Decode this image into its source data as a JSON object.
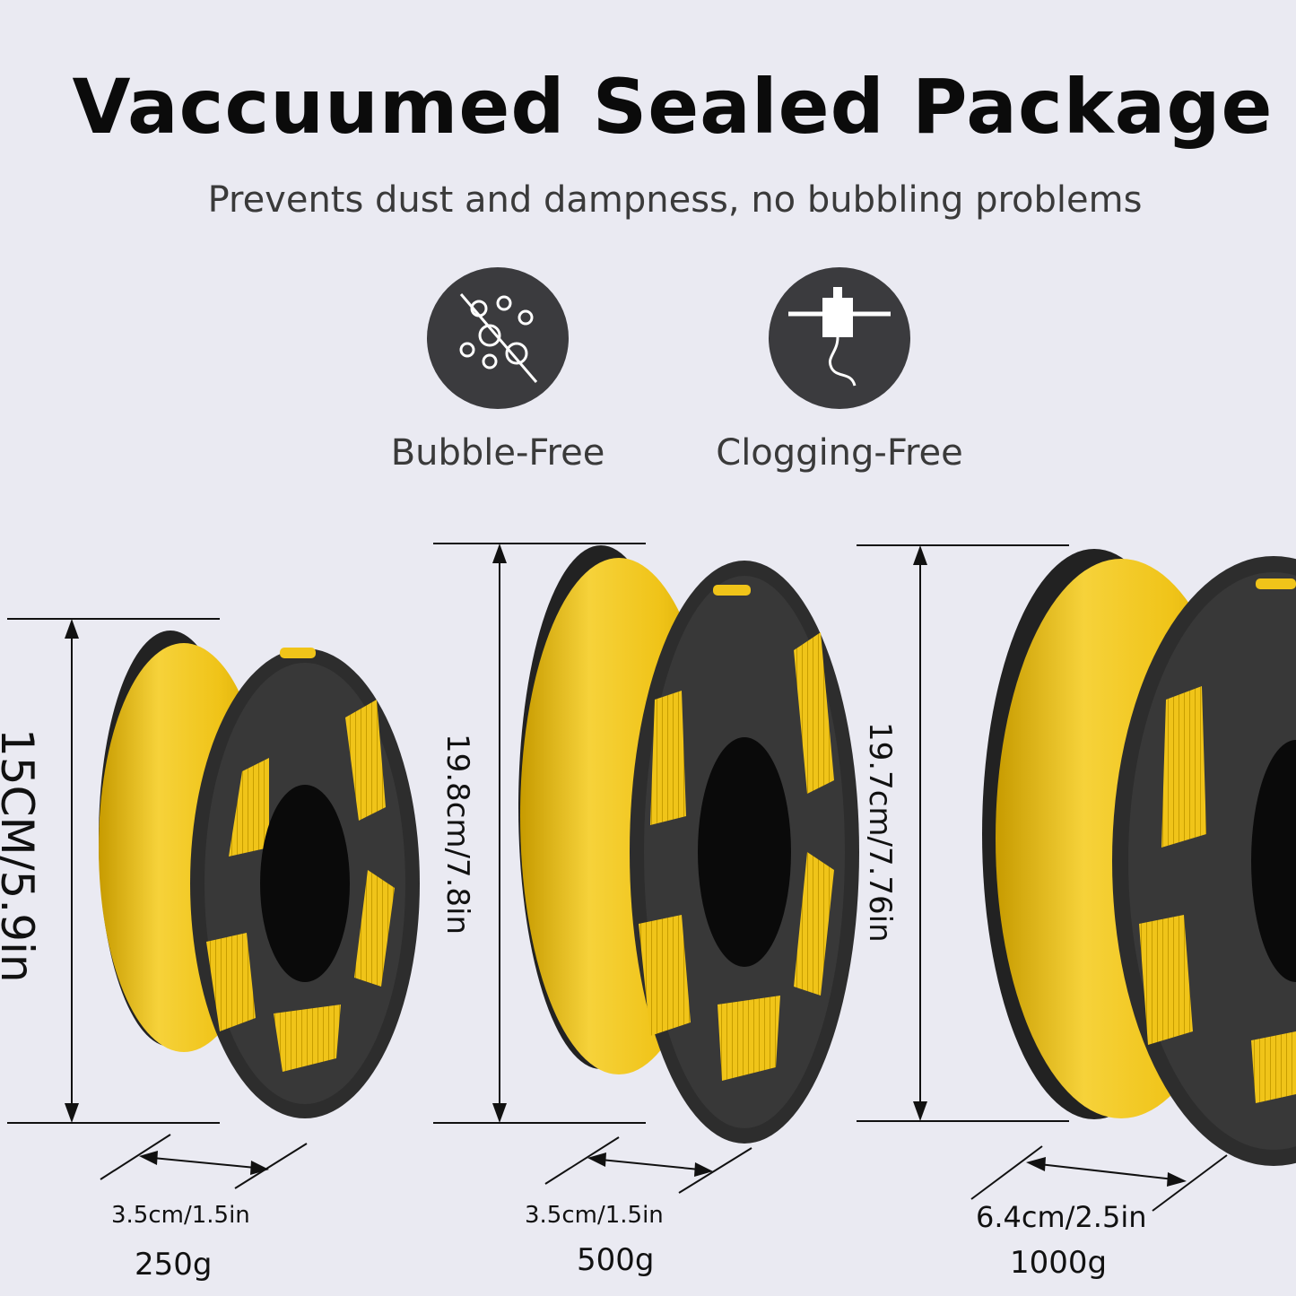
{
  "header": {
    "title": "Vaccuumed Sealed Package",
    "subtitle": "Prevents dust and dampness, no bubbling problems"
  },
  "features": [
    {
      "label": "Bubble-Free",
      "icon": "bubble-free-icon"
    },
    {
      "label": "Clogging-Free",
      "icon": "clogging-free-icon"
    }
  ],
  "spools": [
    {
      "height_label": "15CM/5.9in",
      "width_label": "3.5cm/1.5in",
      "weight": "250g"
    },
    {
      "height_label": "19.8cm/7.8in",
      "width_label": "3.5cm/1.5in",
      "weight": "500g"
    },
    {
      "height_label": "19.7cm/7.76in",
      "width_label": "6.4cm/2.5in",
      "weight": "1000g"
    }
  ],
  "colors": {
    "background": "#eaeaf2",
    "icon_circle": "#3b3b3e",
    "filament": "#f0c419",
    "spool": "#2b2b2b"
  }
}
